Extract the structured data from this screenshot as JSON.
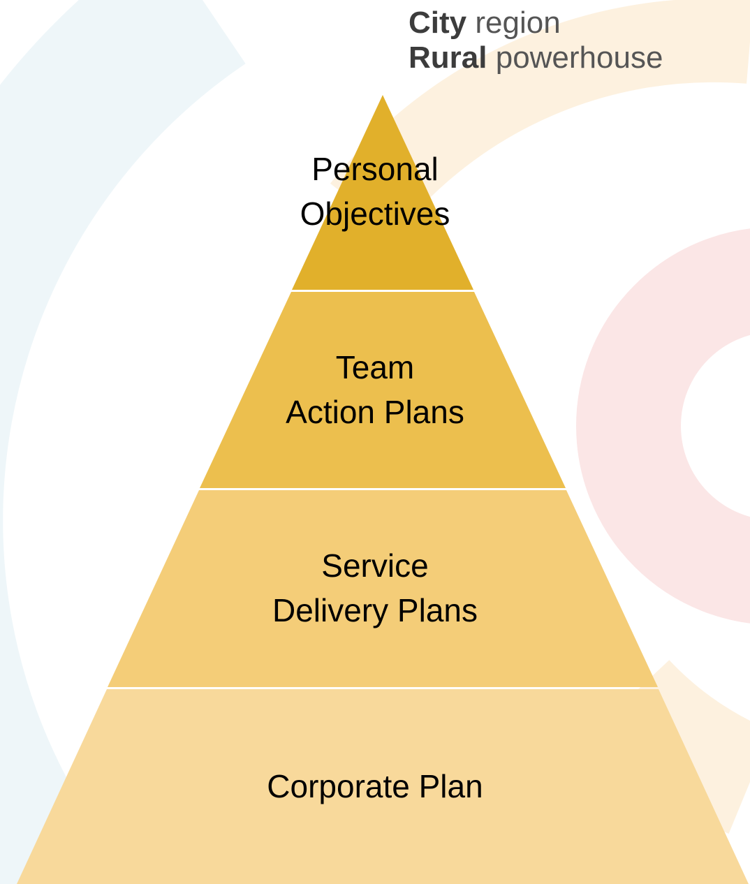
{
  "logo": {
    "line1_bold": "City",
    "line1_light": "region",
    "line2_bold": "Rural",
    "line2_light": "powerhouse"
  },
  "pyramid": {
    "tiers": [
      {
        "lines": [
          "Personal",
          "Objectives"
        ],
        "color": "#e1b02b"
      },
      {
        "lines": [
          "Team",
          "Action Plans"
        ],
        "color": "#ecbf4e"
      },
      {
        "lines": [
          "Service",
          "Delivery Plans"
        ],
        "color": "#f4cd78"
      },
      {
        "lines": [
          "Corporate Plan"
        ],
        "color": "#f8d99b"
      }
    ]
  },
  "background_colors": {
    "blue_ring": "#eaf4f8",
    "orange_ring": "#fdf0dc",
    "pink_ring": "#fbe6e6"
  }
}
